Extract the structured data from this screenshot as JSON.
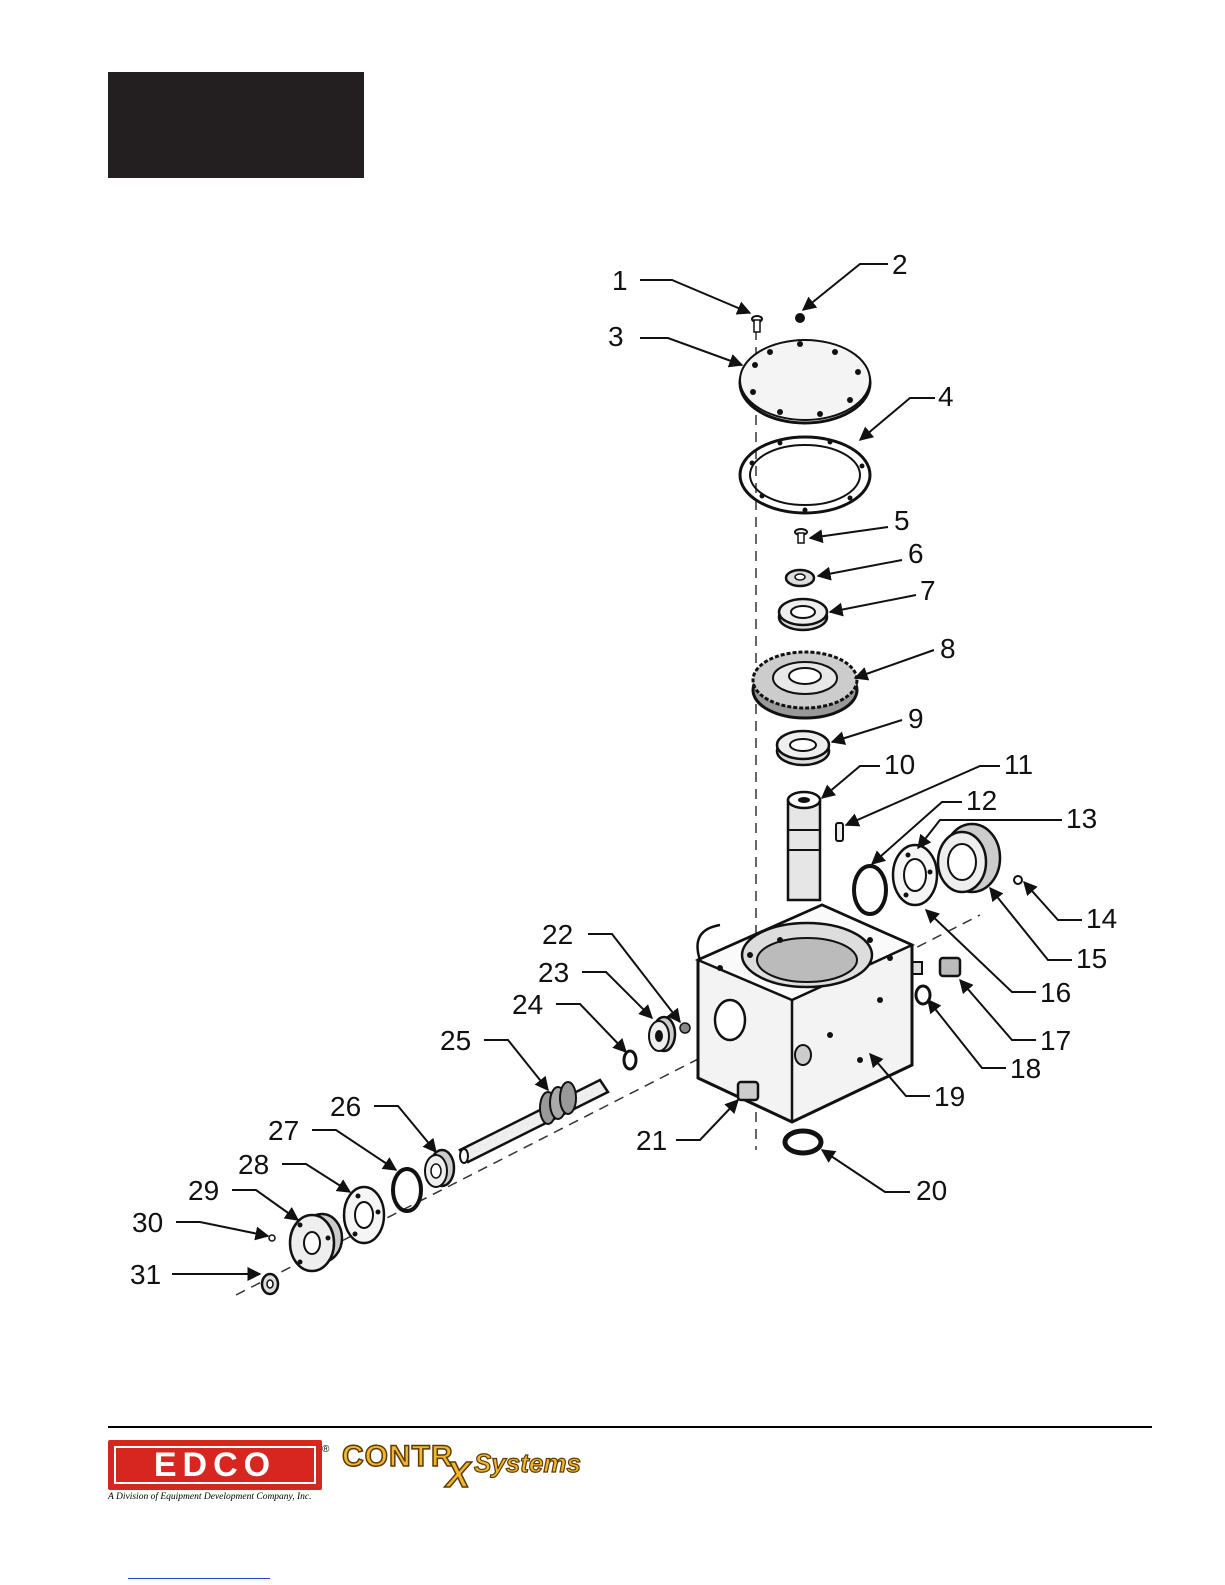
{
  "callouts": [
    "1",
    "2",
    "3",
    "4",
    "5",
    "6",
    "7",
    "8",
    "9",
    "10",
    "11",
    "12",
    "13",
    "14",
    "15",
    "16",
    "17",
    "18",
    "19",
    "20",
    "21",
    "22",
    "23",
    "24",
    "25",
    "26",
    "27",
    "28",
    "29",
    "30",
    "31"
  ],
  "footer": {
    "edco_text": "EDCO",
    "edco_registered": "®",
    "edco_subtitle": "A Division of Equipment Development Company, Inc.",
    "contrx_main": "CONTR",
    "contrx_x": "X",
    "contrx_systems": "Systems"
  },
  "colors": {
    "header_block": "#231f20",
    "edco_red": "#d7261f",
    "contrx_yellow": "#f2b632"
  }
}
